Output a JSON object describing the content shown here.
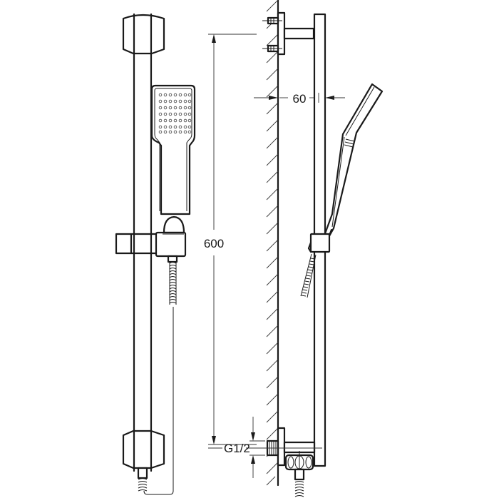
{
  "drawing": {
    "subject": "Shower rail set with hand shower — front and side view",
    "background": "#ffffff",
    "ink_color": "#1a1a1a"
  },
  "dimensions": {
    "height_label": "600",
    "wall_offset_label": "60",
    "connection_label": "G1/2"
  },
  "views": [
    {
      "name": "front-view",
      "parts": [
        "top-bracket",
        "slide-rail",
        "hand-shower",
        "slider-holder",
        "hose",
        "bottom-bracket"
      ]
    },
    {
      "name": "side-view",
      "parts": [
        "wall",
        "wall-fixings",
        "top-arm",
        "rail",
        "tilted-hand-shower",
        "slider",
        "hose",
        "wall-outlet-elbow"
      ]
    }
  ]
}
